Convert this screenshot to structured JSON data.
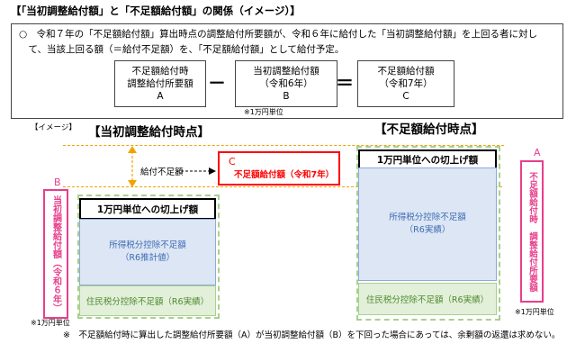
{
  "title": "【「当初調整給付額」と「不足額給付額」の関係（イメージ）】",
  "intro": {
    "line1": "○　令和７年の「不足額給付額」算出時点の調整給付所要額が、令和６年に給付した「当初調整給付額」を上回る者に対し",
    "line2": "　て、当該上回る額（＝給付不足額）を、「不足額給付額」として給付予定。"
  },
  "formula": {
    "box_a": [
      "不足額給付時",
      "調整給付所要額",
      "A"
    ],
    "minus": "－",
    "box_b": [
      "当初調整給付額",
      "（令和6年）",
      "B"
    ],
    "equals": "＝",
    "box_c": [
      "不足額給付額",
      "（令和7年）",
      "C"
    ],
    "unit_note": "※1万円単位"
  },
  "image_label": "【イメージ】",
  "left_header": "【当初調整給付時点】",
  "right_header": "【不足額給付時点】",
  "shortfall_label": "給付不足額",
  "c_box": {
    "letter": "C",
    "label": "不足額給付額（令和7年）"
  },
  "left_column": {
    "letter": "B",
    "vertical_label": "当初調整給付額（令和６年）",
    "top_label": "1万円単位への切上げ額",
    "blue_label": "所得税分控除不足額",
    "blue_sub": "（R6推計値）",
    "green_label": "住民税分控除不足額（R6実績）",
    "unit_note": "※1万円単位"
  },
  "right_column": {
    "letter": "A",
    "vertical_label": "不足額給付時　調整給付所要額",
    "top_label": "1万円単位への切上げ額",
    "blue_label": "所得税分控除不足額",
    "blue_sub": "（R6実績）",
    "green_label": "住民税分控除不足額（R6実績）",
    "unit_note": "※1万円単位"
  },
  "footnote": "※　不足額給付時に算出した調整給付所要額（A）が当初調整給付額（B）を下回った場合にあっては、余剰額の返還は求めない。",
  "colors": {
    "pink": "#e83e8c",
    "red": "#ff0000",
    "orange_dash": "#f2a300",
    "blue_fill": "#dce6f4",
    "green_fill": "#e2efd9"
  }
}
